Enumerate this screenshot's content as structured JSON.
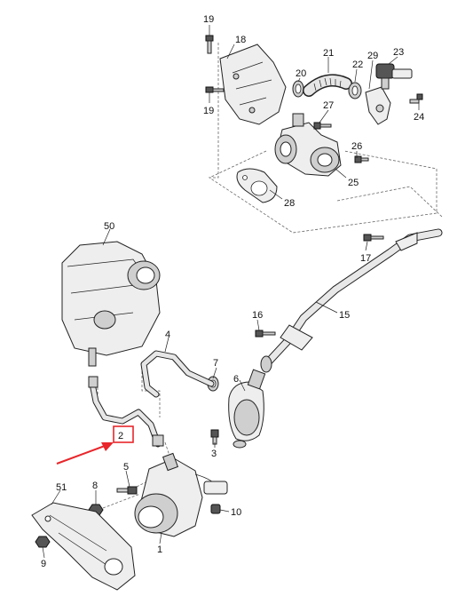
{
  "labels": {
    "l1": "1",
    "l2": "2",
    "l3": "3",
    "l4": "4",
    "l5": "5",
    "l6": "6",
    "l7": "7",
    "l8": "8",
    "l9": "9",
    "l10": "10",
    "l15": "15",
    "l16": "16",
    "l17": "17",
    "l18": "18",
    "l19a": "19",
    "l19b": "19",
    "l20": "20",
    "l21": "21",
    "l22": "22",
    "l23": "23",
    "l24": "24",
    "l25": "25",
    "l26": "26",
    "l27": "27",
    "l28": "28",
    "l29": "29",
    "l50": "50",
    "l51": "51"
  },
  "highlight": {
    "part": "2",
    "color": "#e8262b"
  },
  "colors": {
    "ink": "#222222",
    "part_fill": "#eeeeee",
    "dashed": "#666666"
  }
}
